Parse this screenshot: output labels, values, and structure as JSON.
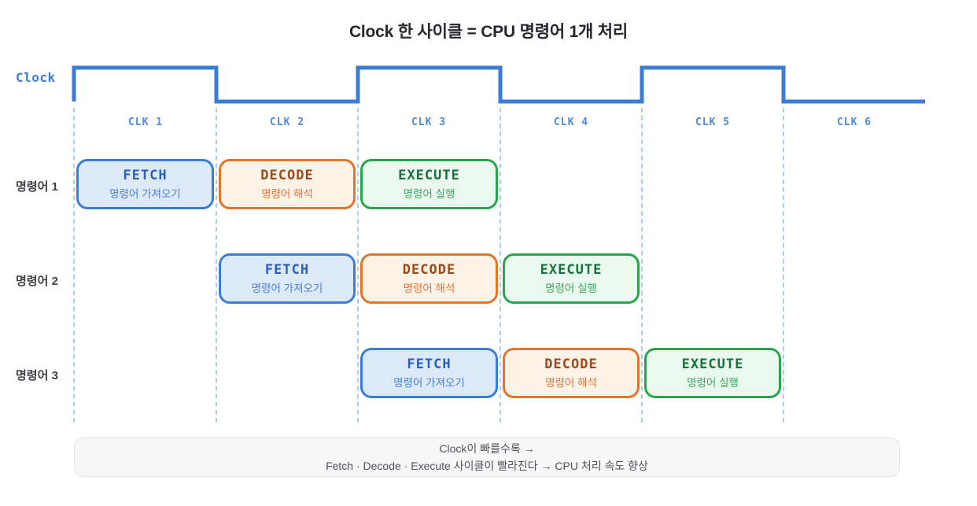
{
  "title": "Clock 한 사이클 = CPU 명령어 1개 처리",
  "clock": {
    "label": "Clock",
    "cycles": [
      {
        "label": "CLK 1",
        "level": "high"
      },
      {
        "label": "CLK 2",
        "level": "low"
      },
      {
        "label": "CLK 3",
        "level": "high"
      },
      {
        "label": "CLK 4",
        "level": "low"
      },
      {
        "label": "CLK 5",
        "level": "high"
      },
      {
        "label": "CLK 6",
        "level": "low"
      }
    ]
  },
  "stages": {
    "fetch": {
      "title": "FETCH",
      "subtitle": "명령어 가져오기"
    },
    "decode": {
      "title": "DECODE",
      "subtitle": "명령어 해석"
    },
    "execute": {
      "title": "EXECUTE",
      "subtitle": "명령어 실행"
    }
  },
  "rows": [
    {
      "label": "명령어 1",
      "schedule": [
        {
          "stage": "FETCH",
          "clk": 1
        },
        {
          "stage": "DECODE",
          "clk": 2
        },
        {
          "stage": "EXECUTE",
          "clk": 3
        }
      ]
    },
    {
      "label": "명령어 2",
      "schedule": [
        {
          "stage": "FETCH",
          "clk": 2
        },
        {
          "stage": "DECODE",
          "clk": 3
        },
        {
          "stage": "EXECUTE",
          "clk": 4
        }
      ]
    },
    {
      "label": "명령어 3",
      "schedule": [
        {
          "stage": "FETCH",
          "clk": 3
        },
        {
          "stage": "DECODE",
          "clk": 4
        },
        {
          "stage": "EXECUTE",
          "clk": 5
        }
      ]
    }
  ],
  "note": {
    "line1": "Clock이 빠를수록 →",
    "line2": "Fetch · Decode · Execute 사이클이 빨라진다 → CPU 처리 속도 향상"
  },
  "colors": {
    "waveform_blue": "#3b7dd6",
    "dashed_line_blue": "#aecdee",
    "clk_label_blue": "#4f8bdb",
    "fetch_fill": "#dce9f8",
    "fetch_border": "#3b7dd6",
    "fetch_title": "#2a5fc0",
    "fetch_sub": "#4b80d5",
    "decode_fill": "#fdf2e6",
    "decode_border": "#e0752c",
    "decode_title": "#9a4a1a",
    "decode_sub": "#e0743e",
    "execute_fill": "#e9f9ee",
    "execute_border": "#28a44f",
    "execute_title": "#17713a",
    "execute_sub": "#3fa862",
    "note_fill": "#f7f7f8",
    "note_border": "#e4e4e7",
    "note_text": "#52525b",
    "title_text": "#26272b",
    "row_label_text": "#3f3f46"
  }
}
